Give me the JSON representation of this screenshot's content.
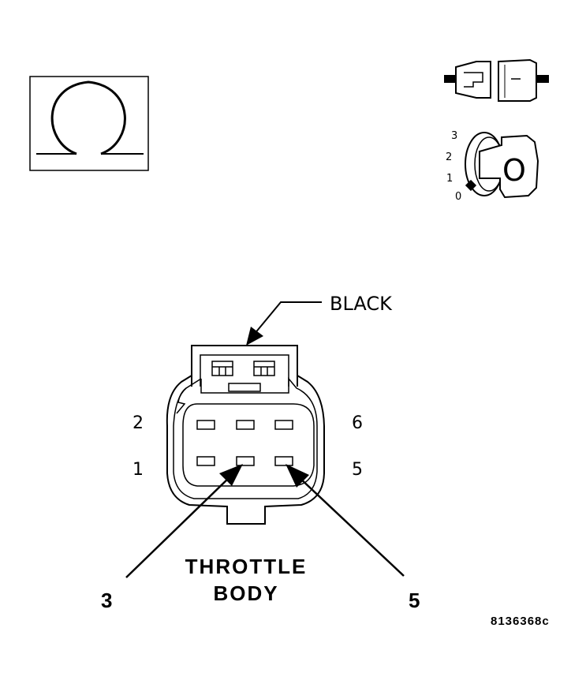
{
  "connector": {
    "color_label": "BLACK",
    "cavity_numbers": {
      "top_left": "2",
      "bottom_left": "1",
      "top_right": "6",
      "bottom_right": "5"
    }
  },
  "component": {
    "line1": "THROTTLE",
    "line2": "BODY"
  },
  "probes": {
    "left_pin": "3",
    "right_pin": "5"
  },
  "ignition_switch": {
    "positions": [
      "3",
      "2",
      "1",
      "0"
    ],
    "key_label": "O"
  },
  "figure_id": "8136368c",
  "colors": {
    "ink": "#000000",
    "background": "#ffffff"
  }
}
